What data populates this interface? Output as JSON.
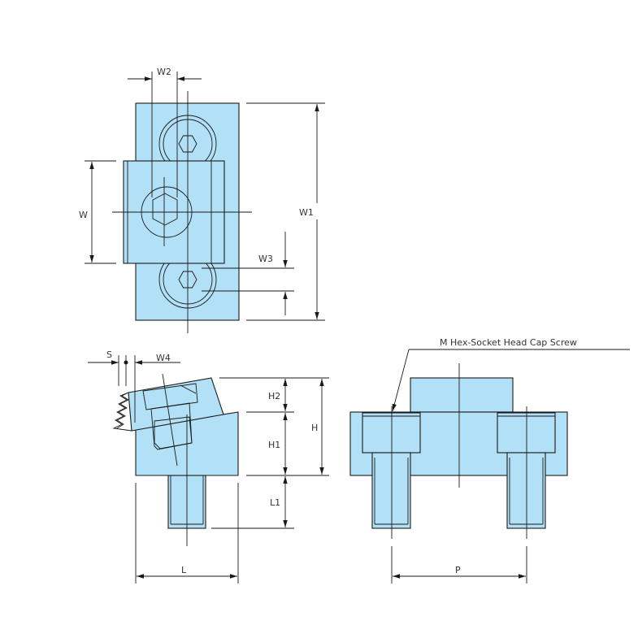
{
  "drawing": {
    "fill_color": "#b2e0f6",
    "line_color": "#1a1a1a",
    "top_view": {
      "labels": {
        "w2": "W2",
        "w": "W",
        "w1": "W1",
        "w3": "W3"
      }
    },
    "side_view": {
      "labels": {
        "s": "S",
        "w4": "W4",
        "h2": "H2",
        "h1": "H1",
        "h": "H",
        "l1": "L1",
        "l": "L"
      }
    },
    "front_view": {
      "labels": {
        "p": "P"
      },
      "callout": "M Hex-Socket Head Cap Screw"
    }
  }
}
